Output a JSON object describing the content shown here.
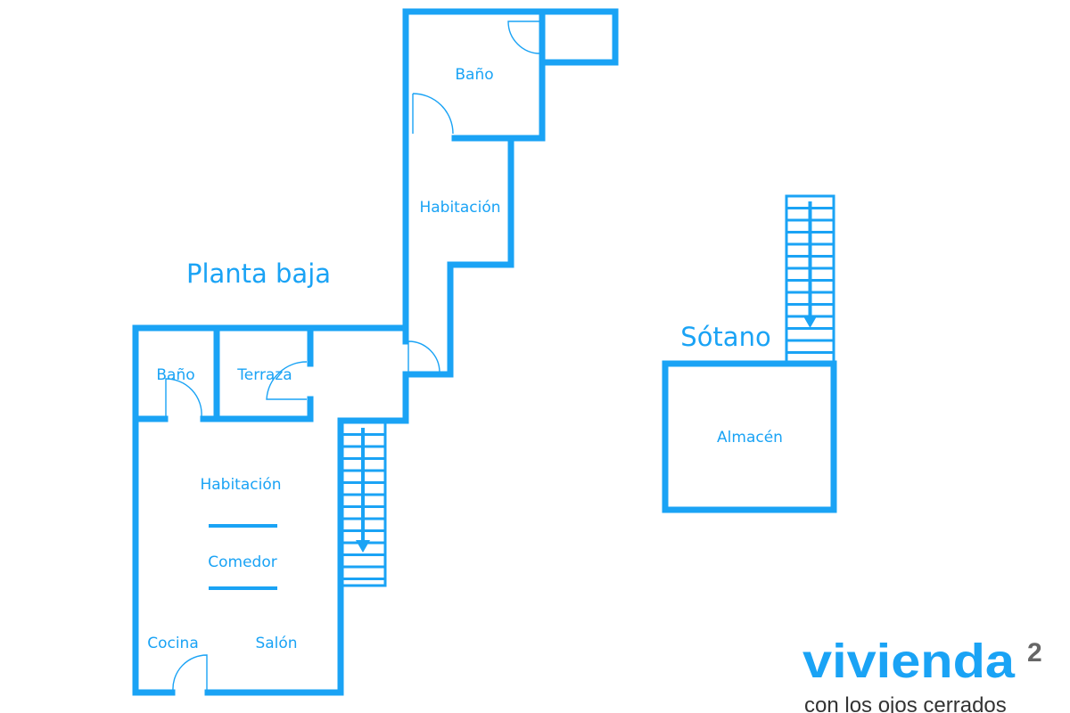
{
  "titles": {
    "ground_floor": "Planta baja",
    "basement": "Sótano"
  },
  "rooms": {
    "upper_bath": "Baño",
    "upper_bedroom": "Habitación",
    "lower_bath": "Baño",
    "terrace": "Terraza",
    "main_bedroom": "Habitación",
    "dining": "Comedor",
    "kitchen": "Cocina",
    "living": "Salón",
    "storage": "Almacén"
  },
  "logo": {
    "name": "vivienda",
    "superscript": "2",
    "tagline": "con los ojos cerrados"
  },
  "colors": {
    "accent": "#1aa3f5",
    "logo_gray": "#666666"
  }
}
